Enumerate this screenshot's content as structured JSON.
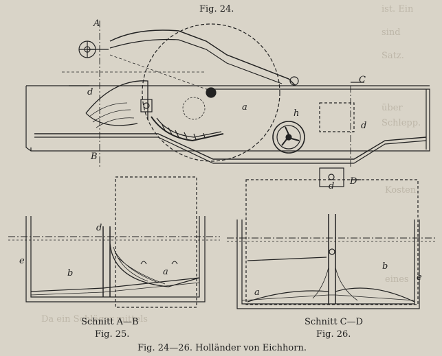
{
  "figures": {
    "fig24_label": "Fig. 24.",
    "fig25_section": "Schnitt A—B",
    "fig25_label": "Fig. 25.",
    "fig26_section": "Schnitt C—D",
    "fig26_label": "Fig. 26.",
    "main_caption": "Fig. 24—26. Holländer von Eichhorn."
  },
  "drawing_letters": {
    "A": "A",
    "B": "B",
    "C": "C",
    "D": "D",
    "a": "a",
    "b": "b",
    "d": "d",
    "e": "e",
    "h": "h"
  },
  "colors": {
    "paper": "#d9d4c8",
    "ink": "#222222",
    "bleed_text": "#bdb6a8"
  }
}
